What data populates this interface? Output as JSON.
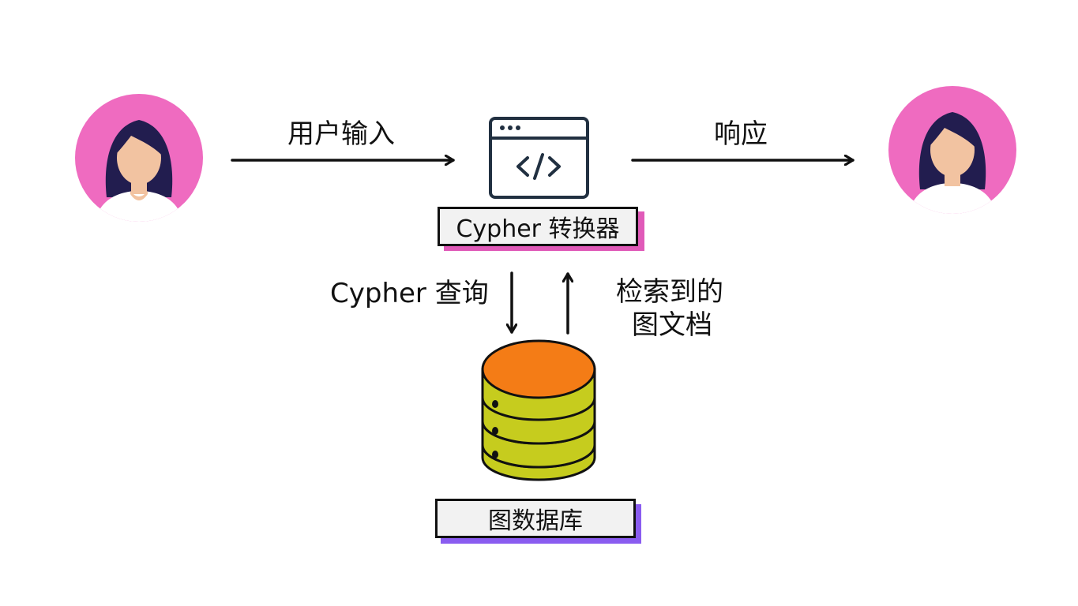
{
  "labels": {
    "user_input": "用户输入",
    "response": "响应",
    "converter": "Cypher 转换器",
    "cypher_query": "Cypher 查询",
    "retrieved_line1": "检索到的",
    "retrieved_line2": "图文档",
    "database": "图数据库"
  },
  "icons": {
    "left_user": "user-avatar-icon",
    "right_user": "user-avatar-icon",
    "converter": "code-window-icon",
    "database": "database-icon"
  },
  "colors": {
    "avatar_circle": "#ef6bc0",
    "hair": "#221d4f",
    "skin": "#f2c3a1",
    "shirt": "#ffffff",
    "db_top": "#f47c16",
    "db_body": "#c6cc1e",
    "converter_shadow": "#e05ab8",
    "database_shadow": "#8a5cf0",
    "line": "#111111",
    "icon_stroke": "#213041"
  }
}
